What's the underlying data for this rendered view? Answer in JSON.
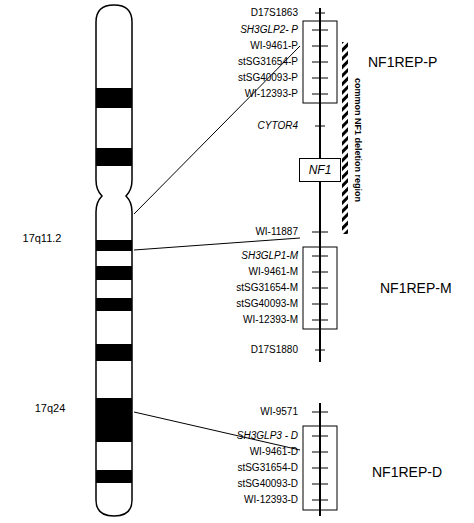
{
  "diagram": {
    "nodes": [
      {
        "text": [
          "NF1"
        ]
      }
    ],
    "labels": [
      "D17S1863",
      "SH3GLP2- P",
      "WI-9461-P",
      "stSG31654-P",
      "stSG40093-P",
      "WI-12393-P",
      "CYTOR4",
      "WI-11887",
      "SH3GLP1-M",
      "WI-9461-M",
      "stSG31654-M",
      "stSG40093-M",
      "WI-12393-M",
      "D17S1880",
      "WI-9571",
      "SH3GLP3 - D",
      "WI-9461-D",
      "stSG31654-D",
      "stSG40093-D",
      "WI-12393-D",
      "NF1REP-P",
      "NF1REP-M",
      "NF1REP-D",
      "common NF1 deletion region",
      "17q11.2",
      "17q24"
    ]
  }
}
